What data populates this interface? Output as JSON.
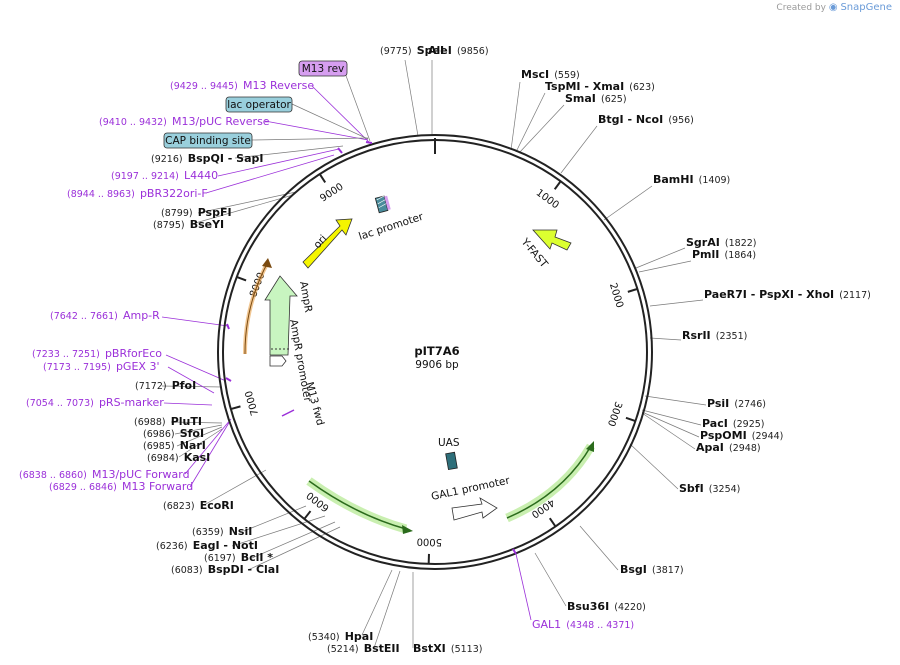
{
  "credit": {
    "prefix": "Created by",
    "brand": "SnapGene"
  },
  "plasmid": {
    "name": "pIT7A6",
    "length": "9906 bp"
  },
  "ticks": [
    "1000",
    "2000",
    "3000",
    "4000",
    "5000",
    "6000",
    "7000",
    "8000",
    "9000"
  ],
  "enzymes": [
    {
      "pos": "(9775)",
      "name": "SpeI"
    },
    {
      "pos": "(9856)",
      "name": "AleI"
    },
    {
      "pos": "(559)",
      "name": "MscI"
    },
    {
      "pos": "(623)",
      "name": "TspMI",
      "name2": "XmaI"
    },
    {
      "pos": "(625)",
      "name": "SmaI"
    },
    {
      "pos": "(956)",
      "name": "BtgI",
      "name2": "NcoI"
    },
    {
      "pos": "(1409)",
      "name": "BamHI"
    },
    {
      "pos": "(1822)",
      "name": "SgrAI"
    },
    {
      "pos": "(1864)",
      "name": "PmlI"
    },
    {
      "pos": "(2117)",
      "name": "PaeR7I",
      "name2": "PspXI",
      "name3": "XhoI"
    },
    {
      "pos": "(2351)",
      "name": "RsrII"
    },
    {
      "pos": "(2746)",
      "name": "PsiI"
    },
    {
      "pos": "(2925)",
      "name": "PacI"
    },
    {
      "pos": "(2944)",
      "name": "PspOMI"
    },
    {
      "pos": "(2948)",
      "name": "ApaI"
    },
    {
      "pos": "(3254)",
      "name": "SbfI"
    },
    {
      "pos": "(3817)",
      "name": "BsgI"
    },
    {
      "pos": "(4220)",
      "name": "Bsu36I"
    },
    {
      "pos": "(5113)",
      "name": "BstXI"
    },
    {
      "pos": "(5214)",
      "name": "BstEII"
    },
    {
      "pos": "(5340)",
      "name": "HpaI"
    },
    {
      "pos": "(6083)",
      "name": "BspDI",
      "name2": "ClaI"
    },
    {
      "pos": "(6197)",
      "name": "BclI *"
    },
    {
      "pos": "(6236)",
      "name": "EagI",
      "name2": "NotI"
    },
    {
      "pos": "(6359)",
      "name": "NsiI"
    },
    {
      "pos": "(6823)",
      "name": "EcoRI"
    },
    {
      "pos": "(6984)",
      "name": "KasI"
    },
    {
      "pos": "(6985)",
      "name": "NarI"
    },
    {
      "pos": "(6986)",
      "name": "SfoI"
    },
    {
      "pos": "(6988)",
      "name": "PluTI"
    },
    {
      "pos": "(7172)",
      "name": "PfoI"
    },
    {
      "pos": "(8795)",
      "name": "BseYI"
    },
    {
      "pos": "(8799)",
      "name": "PspFI"
    },
    {
      "pos": "(9216)",
      "name": "BspQI",
      "name2": "SapI"
    }
  ],
  "primers": [
    {
      "pos": "(9429 .. 9445)",
      "name": "M13 Reverse"
    },
    {
      "pos": "(9410 .. 9432)",
      "name": "M13/pUC Reverse"
    },
    {
      "pos": "(9197 .. 9214)",
      "name": "L4440"
    },
    {
      "pos": "(8944 .. 8963)",
      "name": "pBR322ori-F"
    },
    {
      "pos": "(7642 .. 7661)",
      "name": "Amp-R"
    },
    {
      "pos": "(7233 .. 7251)",
      "name": "pBRforEco"
    },
    {
      "pos": "(7173 .. 7195)",
      "name": "pGEX 3'"
    },
    {
      "pos": "(7054 .. 7073)",
      "name": "pRS-marker"
    },
    {
      "pos": "(6838 .. 6860)",
      "name": "M13/pUC Forward"
    },
    {
      "pos": "(6829 .. 6846)",
      "name": "M13 Forward"
    },
    {
      "pos": "(4348 .. 4371)",
      "name": "GAL1"
    }
  ],
  "boxed_labels": [
    {
      "name": "M13 rev",
      "fill": "#d69ef0"
    },
    {
      "name": "lac operator",
      "fill": "#99cfdc"
    },
    {
      "name": "CAP binding site",
      "fill": "#99cfdc"
    }
  ],
  "features": {
    "lac_promoter": "lac promoter",
    "ori": "ori",
    "ampr": "AmpR",
    "ampr_promoter": "AmpR promoter",
    "m13_fwd": "M13 fwd",
    "yfast": "Y-FAST",
    "uas": "UAS",
    "gal1_promoter": "GAL1 promoter"
  },
  "colors": {
    "backbone": "#222222",
    "primer": "#9b30d9",
    "ori": "#f5f500",
    "ampr": "#c8f5c0",
    "yfast": "#dcff30",
    "uas": "#2e6f7a",
    "green_arrow": "#7cc93c",
    "orange_arc": "#e8a04a",
    "lac": "#4a8c9c"
  }
}
